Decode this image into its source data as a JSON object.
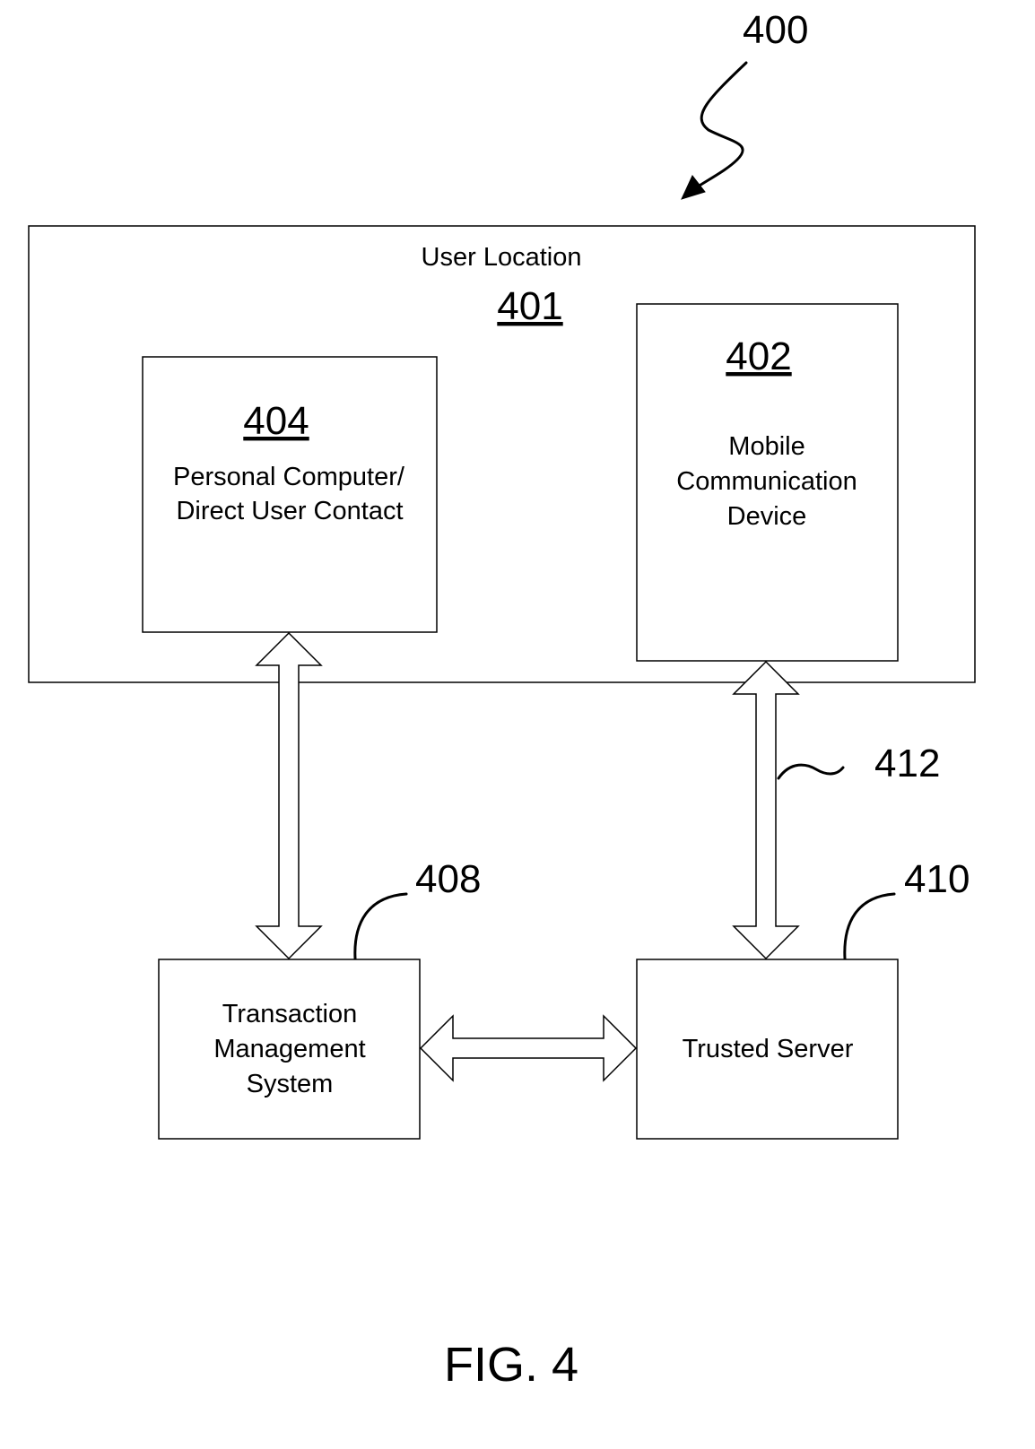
{
  "figure": {
    "ref_number": "400",
    "caption": "FIG. 4"
  },
  "user_location": {
    "label": "User Location",
    "ref_number": "401"
  },
  "personal_computer": {
    "ref_number": "404",
    "line1": "Personal Computer/",
    "line2": "Direct User Contact"
  },
  "mobile_device": {
    "ref_number": "402",
    "line1": "Mobile",
    "line2": "Communication",
    "line3": "Device"
  },
  "transaction_management": {
    "ref_number": "408",
    "line1": "Transaction",
    "line2": "Management",
    "line3": "System"
  },
  "trusted_server": {
    "ref_number": "410",
    "label": "Trusted Server"
  },
  "link": {
    "ref_number": "412"
  }
}
